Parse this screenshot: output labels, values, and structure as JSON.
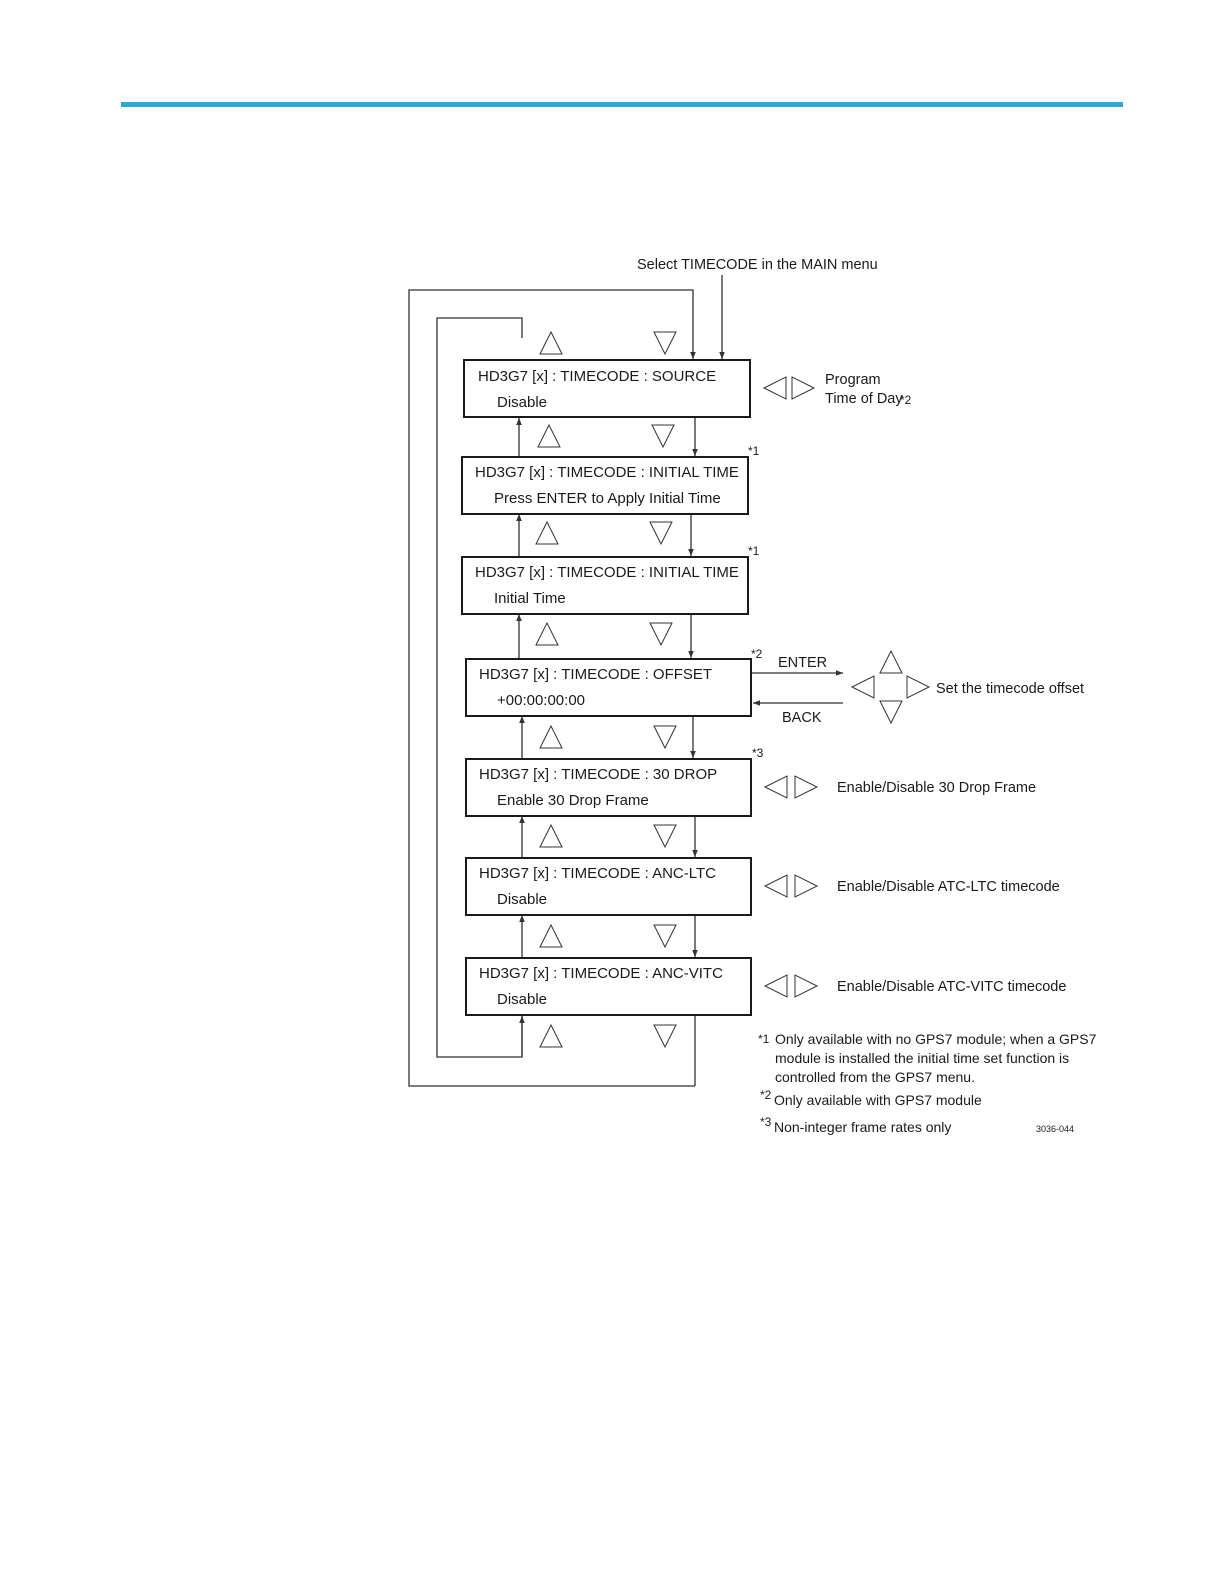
{
  "colors": {
    "accent_rule": "#2aa9d6",
    "ink": "#1a1a1a"
  },
  "entry_label": "Select TIMECODE in the MAIN menu",
  "menus": [
    {
      "title": "HD3G7 [x] : TIMECODE : SOURCE",
      "value": "Disable"
    },
    {
      "title": "HD3G7 [x] : TIMECODE : INITIAL TIME",
      "value": "Press ENTER to Apply Initial Time",
      "mark": "*1"
    },
    {
      "title": "HD3G7 [x] : TIMECODE : INITIAL TIME",
      "value": "Initial Time",
      "mark": "*1"
    },
    {
      "title": "HD3G7 [x] : TIMECODE : OFFSET",
      "value": "+00:00:00:00",
      "mark": "*2"
    },
    {
      "title": "HD3G7 [x] : TIMECODE : 30 DROP",
      "value": "Enable 30 Drop Frame",
      "mark": "*3"
    },
    {
      "title": "HD3G7 [x] : TIMECODE : ANC-LTC",
      "value": "Disable"
    },
    {
      "title": "HD3G7 [x] : TIMECODE : ANC-VITC",
      "value": "Disable"
    }
  ],
  "source_side": {
    "line1": "Program",
    "line2": "Time of Day",
    "mark": "*2"
  },
  "offset_side": {
    "enter_label": "ENTER",
    "back_label": "BACK",
    "description": "Set the timecode offset"
  },
  "side_descriptions": {
    "drop": "Enable/Disable 30 Drop Frame",
    "ltc": "Enable/Disable ATC-LTC timecode",
    "vitc": "Enable/Disable ATC-VITC timecode"
  },
  "footnotes": [
    {
      "mark": "*1",
      "lines": [
        "Only available with no GPS7 module; when a GPS7",
        "module is installed the initial time set function is",
        "controlled from the GPS7 menu."
      ]
    },
    {
      "mark": "*2",
      "lines": [
        "Only available with GPS7 module"
      ]
    },
    {
      "mark": "*3",
      "lines": [
        "Non-integer frame rates only"
      ]
    }
  ],
  "figure_id": "3036-044",
  "icons": {
    "up": "up-arrow-icon",
    "down": "down-arrow-icon",
    "left": "left-arrow-icon",
    "right": "right-arrow-icon"
  }
}
